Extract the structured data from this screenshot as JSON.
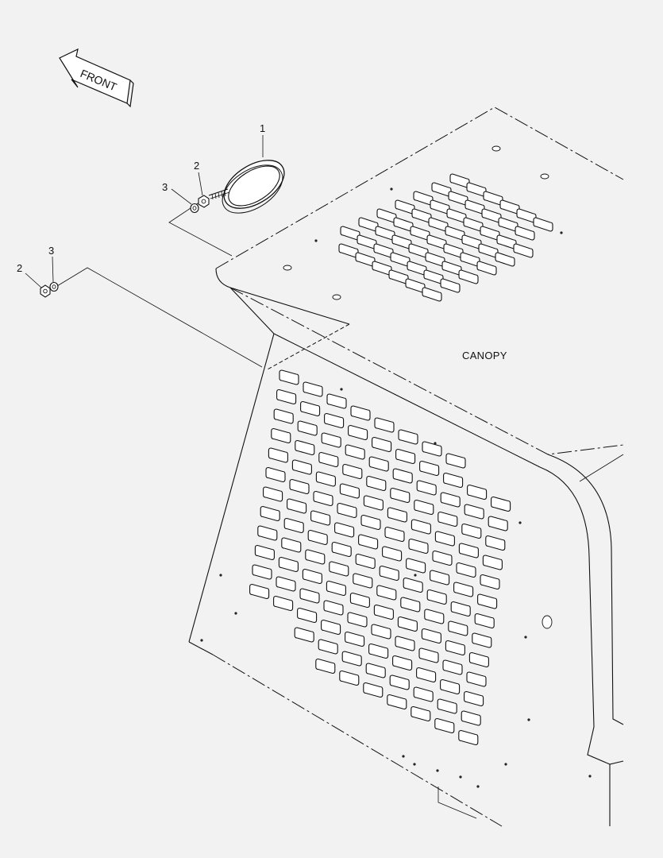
{
  "diagram": {
    "front_label": "FRONT",
    "part_label": "CANOPY",
    "callouts": {
      "light_number": "1",
      "nut_upper_number": "2",
      "washer_upper_number": "3",
      "nut_lower_number": "2",
      "washer_lower_number": "3"
    }
  }
}
